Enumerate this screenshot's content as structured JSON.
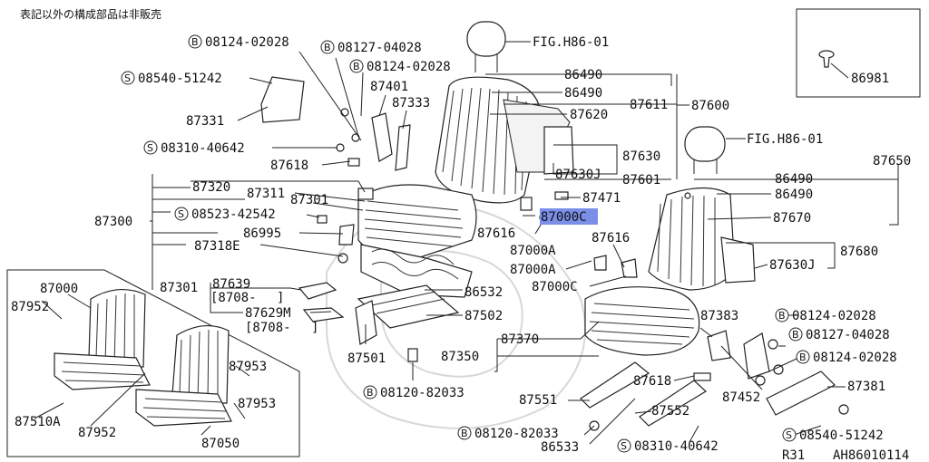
{
  "note": "表記以外の構成部品は非販売",
  "footer": {
    "model": "R31",
    "code": "AH86010114"
  },
  "highlight_label": "87000C",
  "labels": {
    "fig_h86_01_top": "FIG.H86-01",
    "fig_h86_01_right": "FIG.H86-01",
    "b_08124_02028_a": "08124-02028",
    "b_08127_04028_a": "08127-04028",
    "b_08124_02028_b": "08124-02028",
    "s_08540_51242_a": "08540-51242",
    "p87331": "87331",
    "s_08310_40642_a": "08310-40642",
    "p87618_a": "87618",
    "p87401": "87401",
    "p87333": "87333",
    "p86490_a": "86490",
    "p86490_b": "86490",
    "p87611": "87611",
    "p87600": "87600",
    "p87620": "87620",
    "p87630": "87630",
    "p87630j_a": "87630J",
    "p87601": "87601",
    "p87471": "87471",
    "p87320": "87320",
    "p87311": "87311",
    "p87301_a": "87301",
    "p87300": "87300",
    "s_08523_42542": "08523-42542",
    "p86995": "86995",
    "p87318e": "87318E",
    "p87301_b": "87301",
    "p87639": "87639",
    "range_a": "[8708-　 ]",
    "p87629m": "87629M",
    "range_b": "[8708-　 ]",
    "p86532": "86532",
    "p87502": "87502",
    "p87501": "87501",
    "b_08120_82033_a": "08120-82033",
    "p87616_a": "87616",
    "p87000a_a": "87000A",
    "p87616_b": "87616",
    "p87000a_b": "87000A",
    "p87000c_b": "87000C",
    "p87650": "87650",
    "p86490_c": "86490",
    "p86490_d": "86490",
    "p87670": "87670",
    "p87680": "87680",
    "p87630j_b": "87630J",
    "p87383": "87383",
    "b_08124_02028_c": "08124-02028",
    "b_08127_04028_b": "08127-04028",
    "b_08124_02028_d": "08124-02028",
    "p87370": "87370",
    "p87350": "87350",
    "p87452": "87452",
    "p87381": "87381",
    "p87618_b": "87618",
    "p87551": "87551",
    "p87552": "87552",
    "b_08120_82033_b": "08120-82033",
    "p86533": "86533",
    "s_08310_40642_b": "08310-40642",
    "s_08540_51242_b": "08540-51242",
    "p86981": "86981",
    "inset_87000": "87000",
    "inset_87952_a": "87952",
    "inset_87953_a": "87953",
    "inset_87953_b": "87953",
    "inset_87510a": "87510A",
    "inset_87952_b": "87952",
    "inset_87050": "87050"
  },
  "symbols": {
    "bolt": "B",
    "screw": "S"
  }
}
